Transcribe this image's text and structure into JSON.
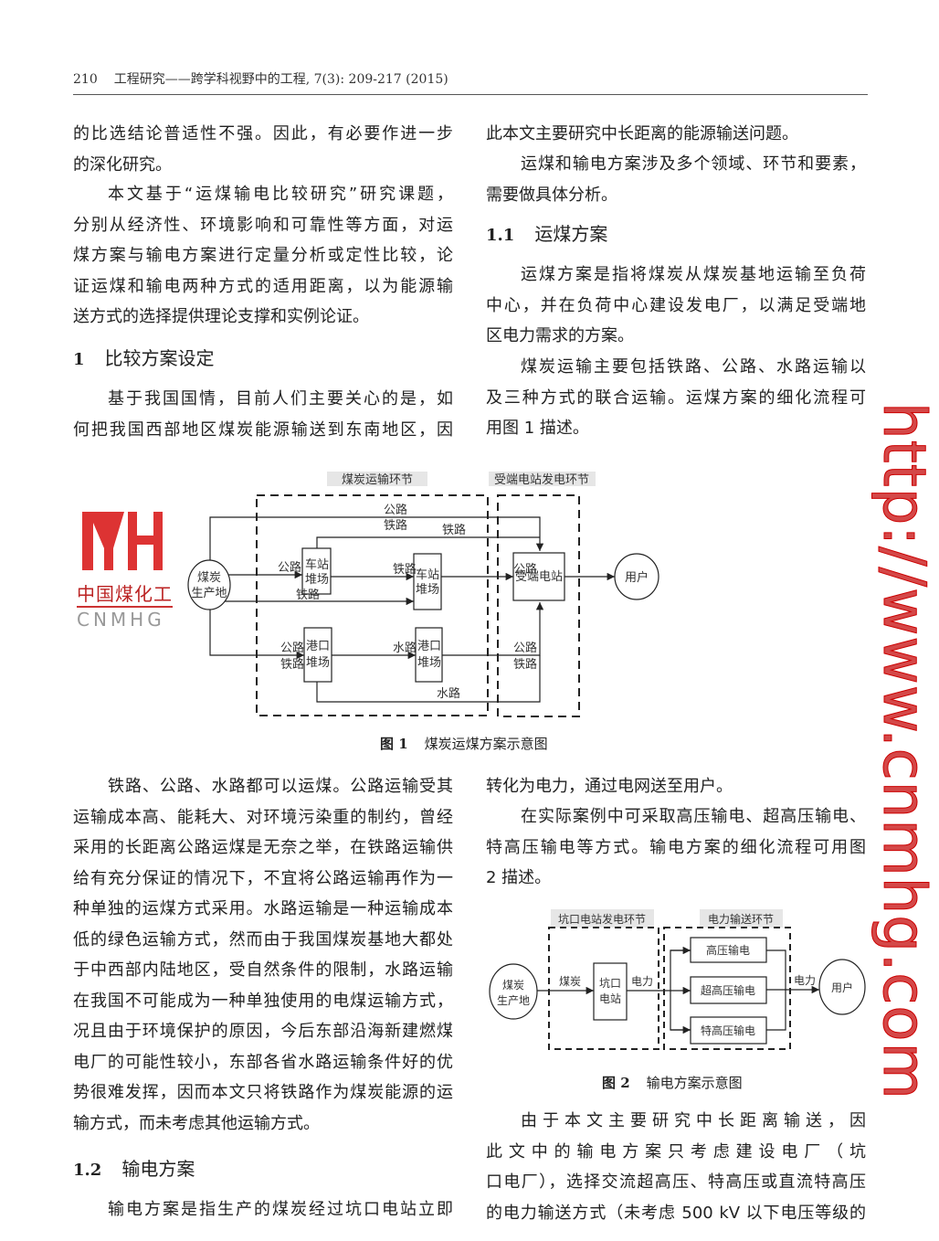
{
  "header": {
    "page_number": "210",
    "journal": "工程研究——跨学科视野中的工程, 7(3): 209-217 (2015)"
  },
  "left_top": {
    "p1": [
      "的比选结论普适性不强。因此，有必要作进一步",
      "的深化研究。"
    ],
    "p2": [
      "本文基于“运煤输电比较研究”研究课题，",
      "分别从经济性、环境影响和可靠性等方面，对运",
      "煤方案与输电方案进行定量分析或定性比较，论",
      "证运煤和输电两种方式的适用距离，以为能源输",
      "送方式的选择提供理论支撑和实例论证。"
    ],
    "heading": {
      "num": "1",
      "title": "比较方案设定"
    },
    "p3": [
      "基于我国国情，目前人们主要关心的是，如",
      "何把我国西部地区煤炭能源输送到东南地区，因"
    ]
  },
  "right_top": {
    "p1": [
      "此本文主要研究中长距离的能源输送问题。"
    ],
    "p2": [
      "运煤和输电方案涉及多个领域、环节和要素，",
      "需要做具体分析。"
    ],
    "heading": {
      "num": "1.1",
      "title": "运煤方案"
    },
    "p3": [
      "运煤方案是指将煤炭从煤炭基地运输至负荷",
      "中心，并在负荷中心建设发电厂，以满足受端地",
      "区电力需求的方案。"
    ],
    "p4": [
      "煤炭运输主要包括铁路、公路、水路运输以",
      "及三种方式的联合运输。运煤方案的细化流程可",
      "用图 1 描述。"
    ]
  },
  "figure1": {
    "section_transport": "煤炭运输环节",
    "section_receiving": "受端电站发电环节",
    "coal_source": [
      "煤炭",
      "生产地"
    ],
    "station_yard": [
      "车站",
      "堆场"
    ],
    "port_yard": [
      "港口",
      "堆场"
    ],
    "receiving_plant": "受端电站",
    "user": "用户",
    "road": "公路",
    "rail": "铁路",
    "water": "水路",
    "caption_num": "图 1",
    "caption": "煤炭运煤方案示意图"
  },
  "left_bottom": {
    "p1": [
      "铁路、公路、水路都可以运煤。公路运输受其",
      "运输成本高、能耗大、对环境污染重的制约，曾经",
      "采用的长距离公路运煤是无奈之举，在铁路运输供",
      "给有充分保证的情况下，不宜将公路运输再作为一",
      "种单独的运煤方式采用。水路运输是一种运输成本",
      "低的绿色运输方式，然而由于我国煤炭基地大都处",
      "于中西部内陆地区，受自然条件的限制，水路运输",
      "在我国不可能成为一种单独使用的电煤运输方式，",
      "况且由于环境保护的原因，今后东部沿海新建燃煤",
      "电厂的可能性较小，东部各省水路运输条件好的优",
      "势很难发挥，因而本文只将铁路作为煤炭能源的运",
      "输方式，而未考虑其他运输方式。"
    ],
    "heading": {
      "num": "1.2",
      "title": "输电方案"
    },
    "p2": [
      "输电方案是指生产的煤炭经过坑口电站立即"
    ]
  },
  "right_bottom": {
    "p1": [
      "转化为电力，通过电网送至用户。"
    ],
    "p2": [
      "在实际案例中可采取高压输电、超高压输电、",
      "特高压输电等方式。输电方案的细化流程可用图",
      "2 描述。"
    ],
    "p3": [
      "由于本文主要研究中长距离输送，因",
      "此文中的输电方案只考虑建设电厂（坑",
      "口电厂），选择交流超高压、特高压或直流特高压",
      "的电力输送方式（未考虑 500 kV 以下电压等级的"
    ]
  },
  "figure2": {
    "section_plant": "坑口电站发电环节",
    "section_transmission": "电力输送环节",
    "coal_source": [
      "煤炭",
      "生产地"
    ],
    "coal": "煤炭",
    "mine_plant": [
      "坑口",
      "电站"
    ],
    "power": "电力",
    "hv": "高压输电",
    "ehv": "超高压输电",
    "uhv": "特高压输电",
    "user": "用户",
    "caption_num": "图 2",
    "caption": "输电方案示意图"
  },
  "watermark": "http://www.cnmhg.com",
  "logo": {
    "mark": "MH",
    "cn": "中国煤化工",
    "en": "CNMHG"
  },
  "colors": {
    "watermark": "#cc2222",
    "text": "#222222"
  }
}
